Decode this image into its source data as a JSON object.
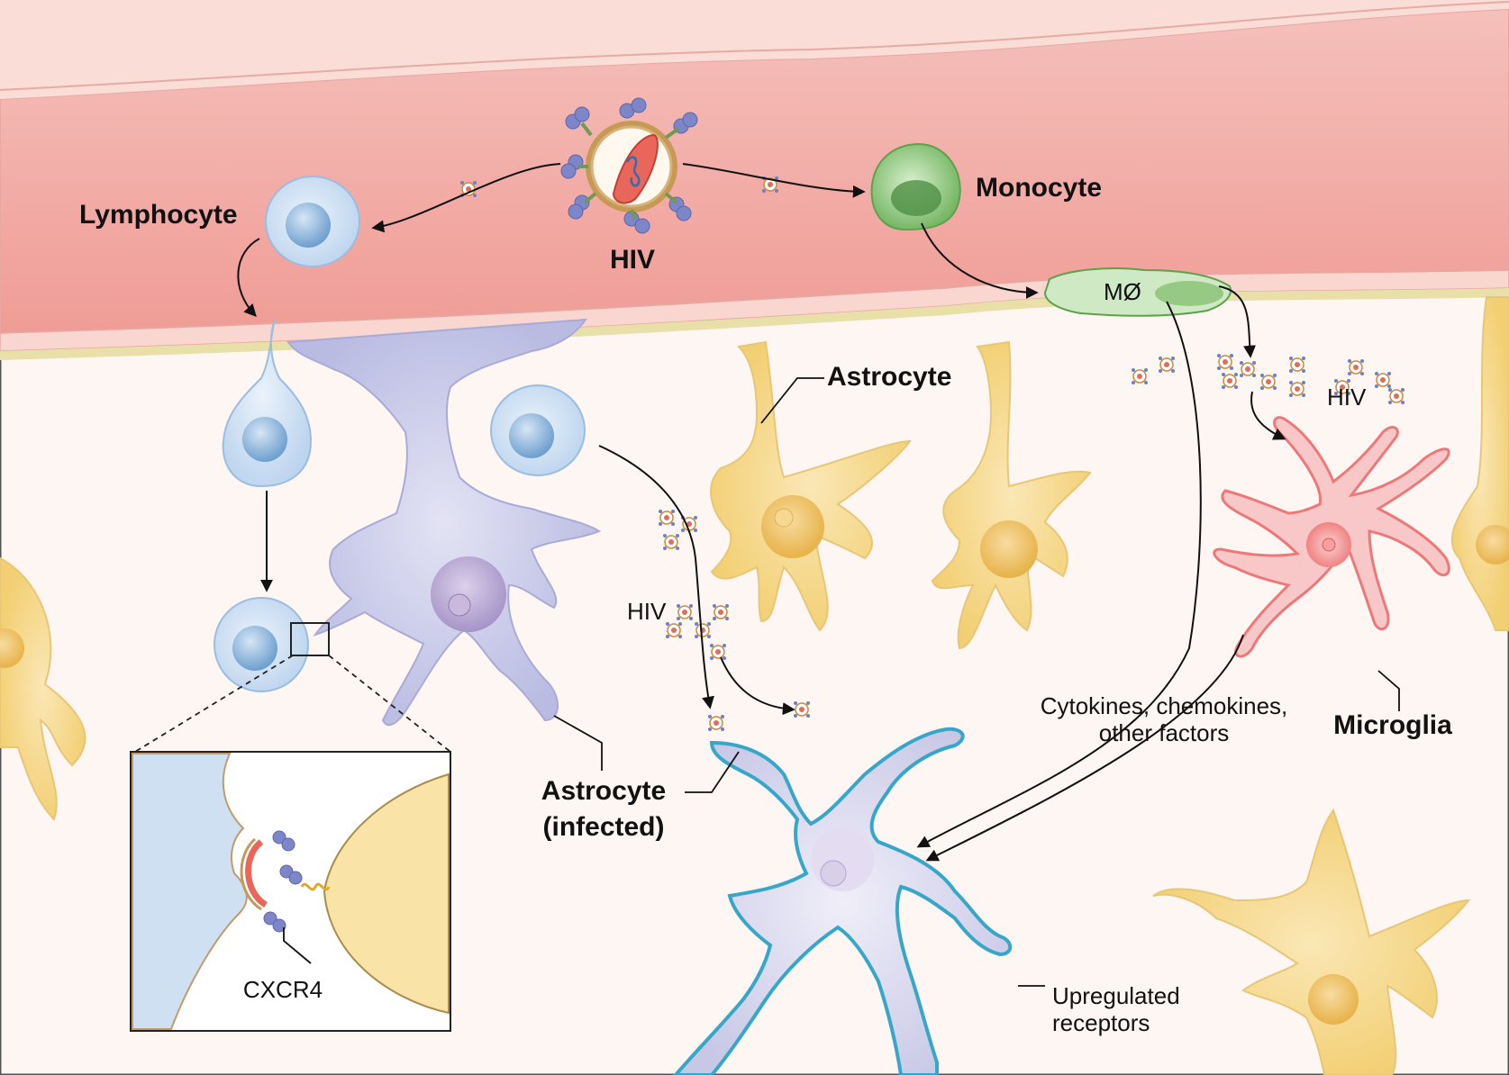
{
  "labels": {
    "hiv_main": "HIV",
    "lymphocyte": "Lymphocyte",
    "monocyte": "Monocyte",
    "macrophage": "MØ",
    "astrocyte": "Astrocyte",
    "hiv_right": "HIV",
    "hiv_middle": "HIV",
    "astrocyte_infected_line1": "Astrocyte",
    "astrocyte_infected_line2": "(infected)",
    "cytokines_line1": "Cytokines, chemokines,",
    "cytokines_line2": "other factors",
    "microglia": "Microglia",
    "cxcr4": "CXCR4",
    "upregulated_line1": "Upregulated",
    "upregulated_line2": "receptors"
  },
  "colors": {
    "vessel": "#f4b8b4",
    "vessel_wall": "#f9d8d2",
    "tissue": "#fbf1ec",
    "astrocyte": "#f7dd94",
    "astrocyte_infected": "#c9cbe9",
    "lymphocyte": "#cfe0f2",
    "monocyte": "#8fc67f",
    "microglia": "#f08080",
    "neuron_outline": "#37a7c9",
    "hiv_capsid": "#e8665a"
  }
}
